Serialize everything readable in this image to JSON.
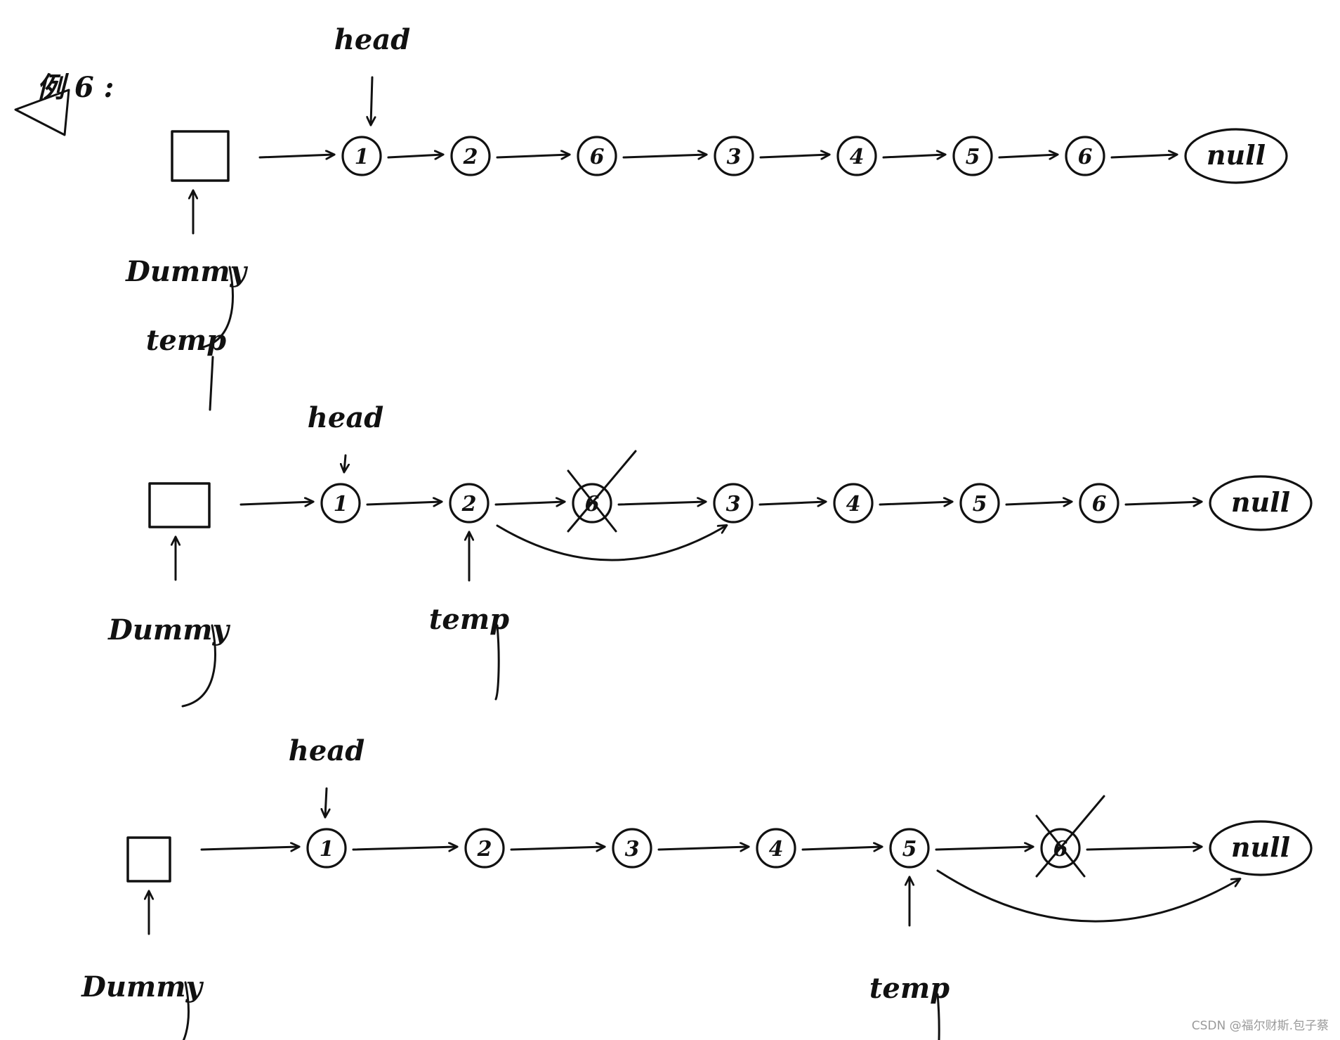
{
  "title": "例 6 :",
  "rows": [
    {
      "nodes": [
        "1",
        "2",
        "6",
        "3",
        "4",
        "5",
        "6",
        "null"
      ],
      "crossed": [],
      "dummy_label": "Dummy",
      "temp_label": "temp",
      "temp_at": "dummy",
      "head_label": "head"
    },
    {
      "nodes": [
        "1",
        "2",
        "6",
        "3",
        "4",
        "5",
        "6",
        "null"
      ],
      "crossed": [
        2
      ],
      "dummy_label": "Dummy",
      "temp_label": "temp",
      "temp_at": 1,
      "head_label": "head"
    },
    {
      "nodes": [
        "1",
        "2",
        "3",
        "4",
        "5",
        "6",
        "null"
      ],
      "crossed": [
        5
      ],
      "dummy_label": "Dummy",
      "temp_label": "temp",
      "temp_at": 4,
      "head_label": "head"
    }
  ],
  "watermark": "CSDN @福尔财斯.包子蔡"
}
